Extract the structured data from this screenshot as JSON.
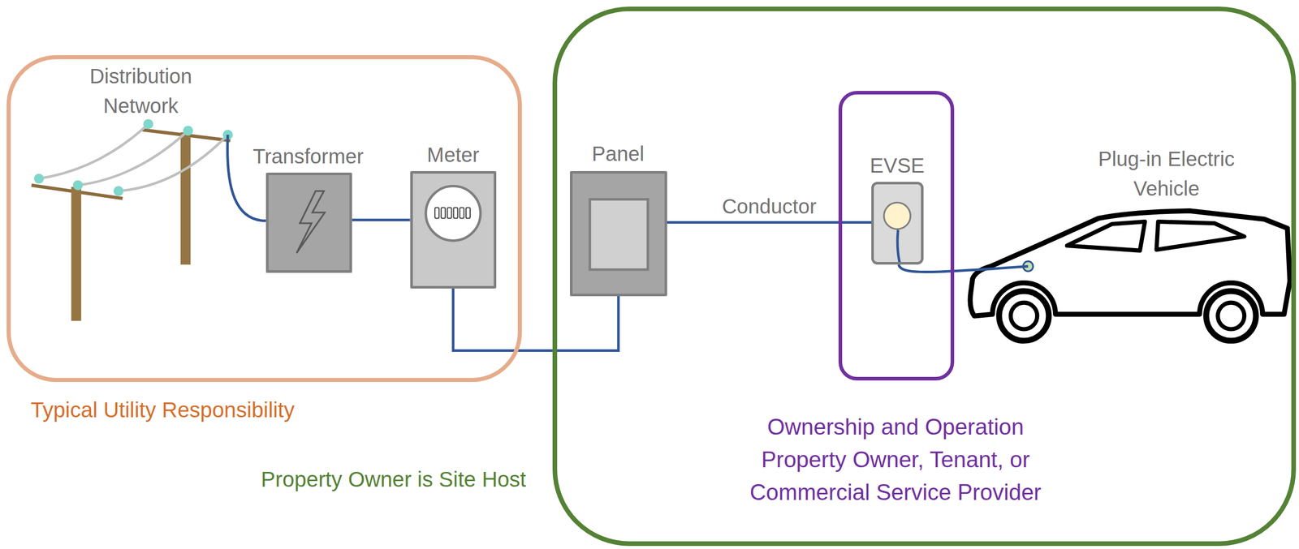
{
  "diagram": {
    "nodes": [
      {
        "text": [
          "Typical Utility Responsibility"
        ]
      },
      {
        "text": [
          "Distribution Network"
        ],
        "in": 0
      },
      {
        "text": [
          "Transformer"
        ],
        "in": 0
      },
      {
        "text": [
          "Meter"
        ],
        "in": 0
      },
      {
        "text": [
          "Property Owner is Site Host"
        ]
      },
      {
        "text": [
          "Panel"
        ],
        "in": 4
      },
      {
        "text": [
          "Ownership and Operation Property Owner, Tenant, or Commercial Service Provider"
        ],
        "in": 4
      },
      {
        "text": [
          "EVSE"
        ],
        "in": 6
      },
      {
        "text": [
          "Plug-in Electric Vehicle"
        ],
        "in": 4
      }
    ],
    "edges": [
      {
        "from": 1,
        "to": 2,
        "arrow": "none"
      },
      {
        "from": 2,
        "to": 3,
        "arrow": "none"
      },
      {
        "from": 3,
        "to": 5,
        "arrow": "none"
      },
      {
        "from": 5,
        "to": 7,
        "label": "Conductor",
        "arrow": "none"
      },
      {
        "from": 7,
        "to": 8,
        "arrow": "none"
      }
    ]
  }
}
